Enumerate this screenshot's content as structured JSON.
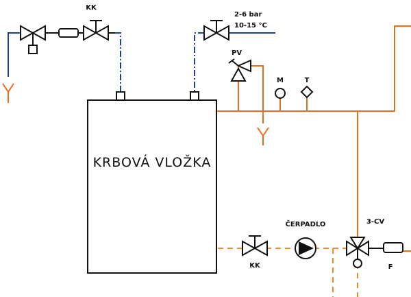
{
  "labels": {
    "top_valve": "KK",
    "inlet_pressure": "2-6 bar",
    "inlet_temp": "10-15 °C",
    "safety_valve": "PV",
    "manometer": "M",
    "thermometer": "T",
    "fireplace_insert": "KRBOVÁ VLOŽKA",
    "pump": "ČERPADLO",
    "three_way_valve": "3-CV",
    "bottom_valve": "KK",
    "filter": "F"
  },
  "colors": {
    "hot_line": "#f26b1d",
    "return_line": "#f08a2a",
    "cold_line": "#1c3f9e",
    "linework": "#111111"
  }
}
